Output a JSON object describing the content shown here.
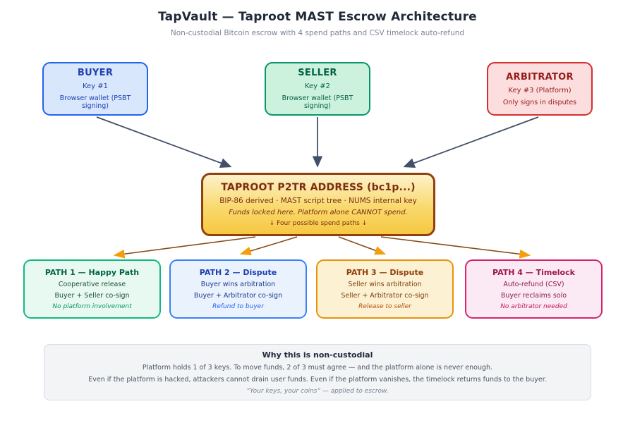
{
  "header": {
    "title": "TapVault — Taproot MAST Escrow Architecture",
    "subtitle": "Non-custodial Bitcoin escrow with 4 spend paths and CSV timelock auto-refund"
  },
  "actors": [
    {
      "title": "BUYER",
      "line1": "Key #1",
      "line2": "Browser wallet (PSBT signing)"
    },
    {
      "title": "SELLER",
      "line1": "Key #2",
      "line2": "Browser wallet (PSBT signing)"
    },
    {
      "title": "ARBITRATOR",
      "line1": "Key #3 (Platform)",
      "line2": "Only signs in disputes"
    }
  ],
  "vault": {
    "title": "TAPROOT P2TR ADDRESS (bc1p...)",
    "line1": "BIP-86 derived · MAST script tree · NUMS internal key",
    "line2": "Funds locked here. Platform alone CANNOT spend.",
    "line3": "↓ Four possible spend paths ↓"
  },
  "paths": [
    {
      "title": "PATH 1 — Happy Path",
      "line1": "Cooperative release",
      "line2": "Buyer + Seller co-sign",
      "note": "No platform involvement"
    },
    {
      "title": "PATH 2 — Dispute",
      "line1": "Buyer wins arbitration",
      "line2": "Buyer + Arbitrator co-sign",
      "note": "Refund to buyer"
    },
    {
      "title": "PATH 3 — Dispute",
      "line1": "Seller wins arbitration",
      "line2": "Seller + Arbitrator co-sign",
      "note": "Release to seller"
    },
    {
      "title": "PATH 4 — Timelock",
      "line1": "Auto-refund (CSV)",
      "line2": "Buyer reclaims solo",
      "note": "No arbitrator needed"
    }
  ],
  "footer": {
    "title": "Why this is non-custodial",
    "line1": "Platform holds 1 of 3 keys. To move funds, 2 of 3 must agree — and the platform alone is never enough.",
    "line2": "Even if the platform is hacked, attackers cannot drain user funds. Even if the platform vanishes, the timelock returns funds to the buyer.",
    "line3": "“Your keys, your coins” — applied to escrow."
  },
  "palette": {
    "title_text": "#1f2937",
    "subtitle_text": "#7b8494",
    "buyer_bg": "#d9e7fc",
    "buyer_border": "#2563eb",
    "buyer_text": "#1e40af",
    "seller_bg": "#ccf2de",
    "seller_border": "#059669",
    "seller_text": "#065f46",
    "arbitrator_bg": "#fcdede",
    "arbitrator_border": "#d32f2f",
    "arbitrator_text": "#991b1b",
    "vault_bg_top": "#fdf2c9",
    "vault_bg_bottom": "#f6c842",
    "vault_border": "#93400f",
    "vault_text": "#7c2d12",
    "path1_border": "#10b981",
    "path2_border": "#3b82f6",
    "path3_border": "#e8930c",
    "path4_border": "#d6246e",
    "key_arrow": "#43506a",
    "spend_arrow_line": "#8a4a16",
    "spend_arrow_head": "#f59e0b",
    "footer_bg": "#f2f4f6",
    "footer_border": "#d9dde3"
  }
}
